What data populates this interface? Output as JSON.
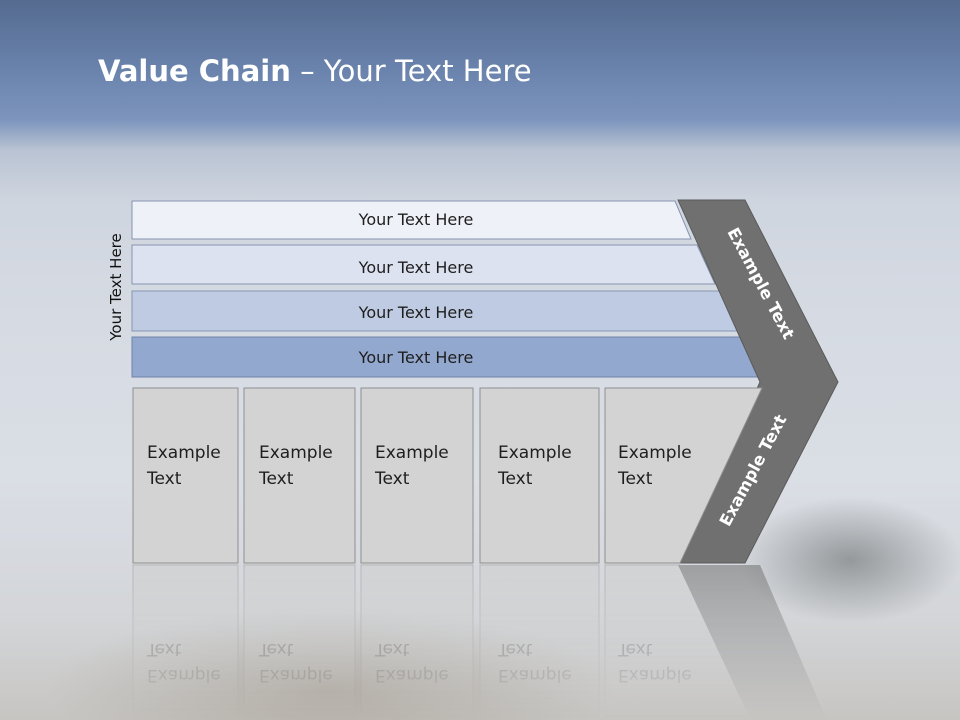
{
  "title": {
    "bold": "Value Chain",
    "rest": " – Your Text Here"
  },
  "side_label": "Your Text Here",
  "bars": [
    {
      "label": "Your Text Here",
      "fill": "#eef1f8"
    },
    {
      "label": "Your Text Here",
      "fill": "#dce2f0"
    },
    {
      "label": "Your Text Here",
      "fill": "#bfcbe2"
    },
    {
      "label": "Your Text Here",
      "fill": "#93a8cf"
    }
  ],
  "cards": [
    {
      "line1": "Example",
      "line2": "Text"
    },
    {
      "line1": "Example",
      "line2": "Text"
    },
    {
      "line1": "Example",
      "line2": "Text"
    },
    {
      "line1": "Example",
      "line2": "Text"
    },
    {
      "line1": "Example",
      "line2": "Text"
    }
  ],
  "chevron": {
    "upper_label": "Example Text",
    "lower_label": "Example Text",
    "fill": "#707070"
  },
  "card_fill": "#d3d3d3"
}
